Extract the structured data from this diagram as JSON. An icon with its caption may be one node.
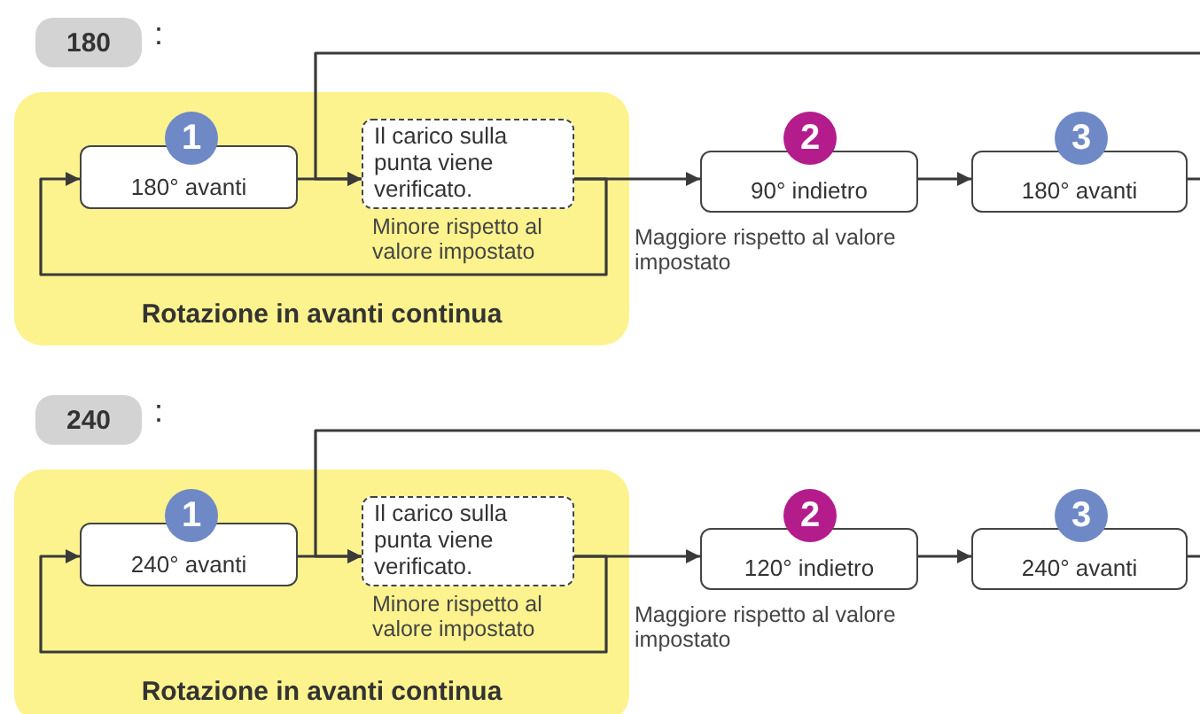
{
  "diagram": {
    "nodes": [
      {
        "text": [
          "180"
        ]
      },
      {
        "text": [
          "Rotazione in avanti continua"
        ]
      },
      {
        "text": [
          "1"
        ],
        "in": 1
      },
      {
        "text": [
          "180° avanti"
        ],
        "in": 1
      },
      {
        "text": [
          "Il carico sulla punta viene verificato."
        ],
        "in": 1
      },
      {
        "text": [
          "2"
        ]
      },
      {
        "text": [
          "90° indietro"
        ]
      },
      {
        "text": [
          "3"
        ]
      },
      {
        "text": [
          "180° avanti"
        ]
      },
      {
        "text": [
          "240"
        ]
      },
      {
        "text": [
          "Rotazione in avanti continua"
        ]
      },
      {
        "text": [
          "1"
        ],
        "in": 10
      },
      {
        "text": [
          "240° avanti"
        ],
        "in": 10
      },
      {
        "text": [
          "Il carico sulla punta viene verificato."
        ],
        "in": 10
      },
      {
        "text": [
          "2"
        ]
      },
      {
        "text": [
          "120° indietro"
        ]
      },
      {
        "text": [
          "3"
        ]
      },
      {
        "text": [
          "240° avanti"
        ]
      }
    ],
    "edges": [
      {
        "from": 3,
        "to": 4,
        "arrow": "to"
      },
      {
        "from": 4,
        "to": 3,
        "arrow": "to",
        "label": "Minore rispetto al valore impostato"
      },
      {
        "from": 4,
        "to": 6,
        "arrow": "to",
        "label": "Maggiore rispetto al valore impostato"
      },
      {
        "from": 6,
        "to": 8,
        "arrow": "to"
      },
      {
        "from": 8,
        "to": 4,
        "arrow": "to"
      },
      {
        "from": 12,
        "to": 13,
        "arrow": "to"
      },
      {
        "from": 13,
        "to": 12,
        "arrow": "to",
        "label": "Minore rispetto al valore impostato"
      },
      {
        "from": 13,
        "to": 15,
        "arrow": "to",
        "label": "Maggiore rispetto al valore impostato"
      },
      {
        "from": 15,
        "to": 17,
        "arrow": "to"
      },
      {
        "from": 17,
        "to": 13,
        "arrow": "to"
      }
    ],
    "labels": [
      ":",
      ":"
    ]
  }
}
